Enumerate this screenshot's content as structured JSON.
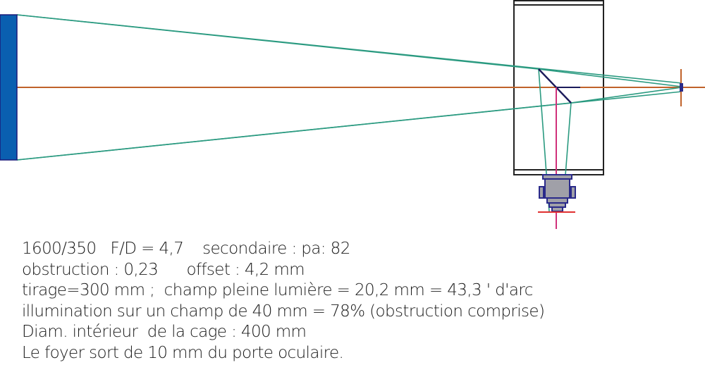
{
  "diagram": {
    "title": "Newtonian telescope optical layout",
    "colors": {
      "primary_mirror_fill": "#0a5fb0",
      "primary_mirror_stroke": "#1a1a7a",
      "optical_axis": "#c0622a",
      "light_rays": "#2a9a80",
      "secondary_mirror": "#1a1a5a",
      "tube": "#222222",
      "eyepiece_axis": "#d0307a",
      "focal_plane_marker": "#e03030",
      "focuser_fill": "#a0a0a8",
      "focuser_stroke": "#2a2a8a"
    },
    "components": [
      {
        "name": "primary-mirror"
      },
      {
        "name": "optical-axis"
      },
      {
        "name": "light-cone"
      },
      {
        "name": "tube-cage"
      },
      {
        "name": "secondary-mirror"
      },
      {
        "name": "focuser"
      },
      {
        "name": "focal-point"
      }
    ]
  },
  "caption": {
    "lines": [
      "1600/350   F/D = 4,7    secondaire : pa: 82",
      "obstruction : 0,23      offset : 4,2 mm",
      "tirage=300 mm ;  champ pleine lumière = 20,2 mm = 43,3 ' d'arc",
      "illumination sur un champ de 40 mm = 78% (obstruction comprise)",
      "Diam. intérieur  de la cage : 400 mm",
      "Le foyer sort de 10 mm du porte oculaire."
    ]
  }
}
